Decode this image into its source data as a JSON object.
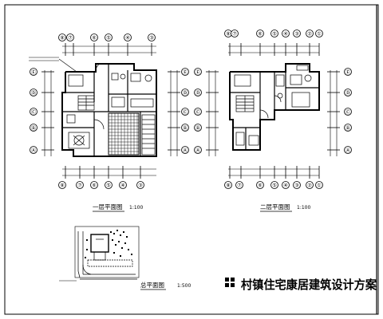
{
  "title": "村镇住宅康居建筑设计方案",
  "plans": [
    {
      "id": "floor1",
      "name": "一层平面图",
      "scale": "1:100"
    },
    {
      "id": "floor2",
      "name": "二层平面图",
      "scale": "1:100"
    },
    {
      "id": "site",
      "name": "总平面图",
      "scale": "1:500"
    }
  ],
  "floor1_axes": {
    "top": [
      "⑧",
      "⑦",
      "⑥",
      "⑤",
      "④",
      "③"
    ],
    "bottom": [
      "⑧",
      "⑦",
      "⑥",
      "⑤",
      "④",
      "③"
    ],
    "left": [
      "Ⓔ",
      "Ⓓ",
      "Ⓒ",
      "Ⓑ",
      "Ⓐ"
    ],
    "right": [
      "Ⓔ",
      "Ⓓ",
      "Ⓒ",
      "Ⓑ",
      "Ⓐ"
    ]
  },
  "floor2_axes": {
    "top": [
      "⑧",
      "⑦",
      "⑥",
      "⑤",
      "④",
      "③",
      "②",
      "①"
    ],
    "bottom": [
      "⑧",
      "⑦",
      "⑥",
      "⑤",
      "④",
      "③",
      "②",
      "①"
    ],
    "left": [
      "Ⓔ",
      "Ⓓ",
      "Ⓒ",
      "Ⓑ",
      "Ⓐ"
    ],
    "right": [
      "Ⓔ",
      "Ⓓ",
      "Ⓒ",
      "Ⓑ",
      "Ⓐ"
    ]
  },
  "colors": {
    "line": "#000000",
    "background": "#ffffff"
  }
}
